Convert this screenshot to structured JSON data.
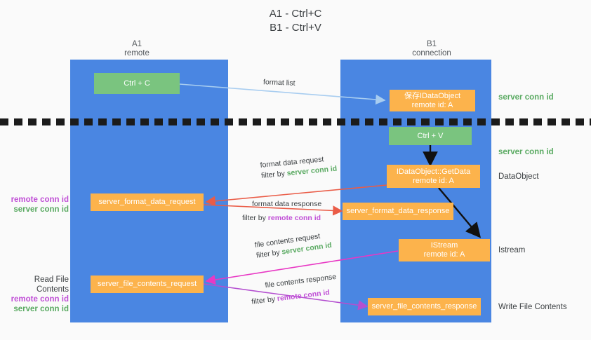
{
  "title": {
    "line1": "A1 - Ctrl+C",
    "line2": "B1 - Ctrl+V"
  },
  "columns": [
    {
      "id": "A1",
      "name": "A1",
      "role": "remote"
    },
    {
      "id": "B1",
      "name": "B1",
      "role": "connection"
    }
  ],
  "colors": {
    "lane": "#4a86e2",
    "green_node": "#7ac47f",
    "orange_node": "#fcb34c",
    "server_conn_id": "#5aaa62",
    "remote_conn_id": "#c04fd6",
    "arrow_light_blue": "#a8cdf0",
    "arrow_red": "#ea5c47",
    "arrow_magenta": "#e838c4",
    "arrow_purple": "#b44fd0",
    "arrow_black": "#111111",
    "background": "#fafafa"
  },
  "nodes": [
    {
      "key": "ctrl_c",
      "label": "Ctrl + C",
      "sub": "",
      "lane": "A1"
    },
    {
      "key": "idataobject_hold",
      "label": "保存IDataObject",
      "sub": "remote id: A",
      "lane": "B1"
    },
    {
      "key": "ctrl_v",
      "label": "Ctrl + V",
      "sub": "",
      "lane": "B1"
    },
    {
      "key": "getdata",
      "label": "IDataObject::GetData",
      "sub": "remote id: A",
      "lane": "B1"
    },
    {
      "key": "fmt_req",
      "label": "server_format_data_request",
      "sub": "",
      "lane": "A1"
    },
    {
      "key": "fmt_resp",
      "label": "server_format_data_response",
      "sub": "",
      "lane": "B1"
    },
    {
      "key": "istream",
      "label": "IStream",
      "sub": "remote id: A",
      "lane": "B1"
    },
    {
      "key": "file_req",
      "label": "server_file_contents_request",
      "sub": "",
      "lane": "A1"
    },
    {
      "key": "file_resp",
      "label": "server_file_contents_response",
      "sub": "",
      "lane": "B1"
    }
  ],
  "right_labels": [
    {
      "key": "r1",
      "text": "server conn id",
      "style": "green"
    },
    {
      "key": "r2",
      "text": "server conn id",
      "style": "green"
    },
    {
      "key": "r3",
      "text": "DataObject",
      "style": "plain"
    },
    {
      "key": "r4",
      "text": "Istream",
      "style": "plain"
    },
    {
      "key": "r5",
      "text": "Write File Contents",
      "style": "plain"
    }
  ],
  "left_labels": {
    "group1": {
      "remote": "remote conn id",
      "server": "server conn id"
    },
    "group2": {
      "heading": "Read File Contents",
      "remote": "remote conn id",
      "server": "server conn id"
    }
  },
  "edges": [
    {
      "key": "format_list",
      "title": "format list",
      "filter_prefix": "",
      "filter_value": "",
      "filter_style": ""
    },
    {
      "key": "format_data_request",
      "title": "format data request",
      "filter_prefix": "filter by ",
      "filter_value": "server conn id",
      "filter_style": "green"
    },
    {
      "key": "format_data_response",
      "title": "format data response",
      "filter_prefix": "filter by ",
      "filter_value": "remote conn id",
      "filter_style": "purple"
    },
    {
      "key": "file_contents_request",
      "title": "file contents request",
      "filter_prefix": "filter by ",
      "filter_value": "server conn id",
      "filter_style": "green"
    },
    {
      "key": "file_contents_response",
      "title": "file contents response",
      "filter_prefix": "filter by ",
      "filter_value": "remote conn id",
      "filter_style": "purple"
    }
  ]
}
